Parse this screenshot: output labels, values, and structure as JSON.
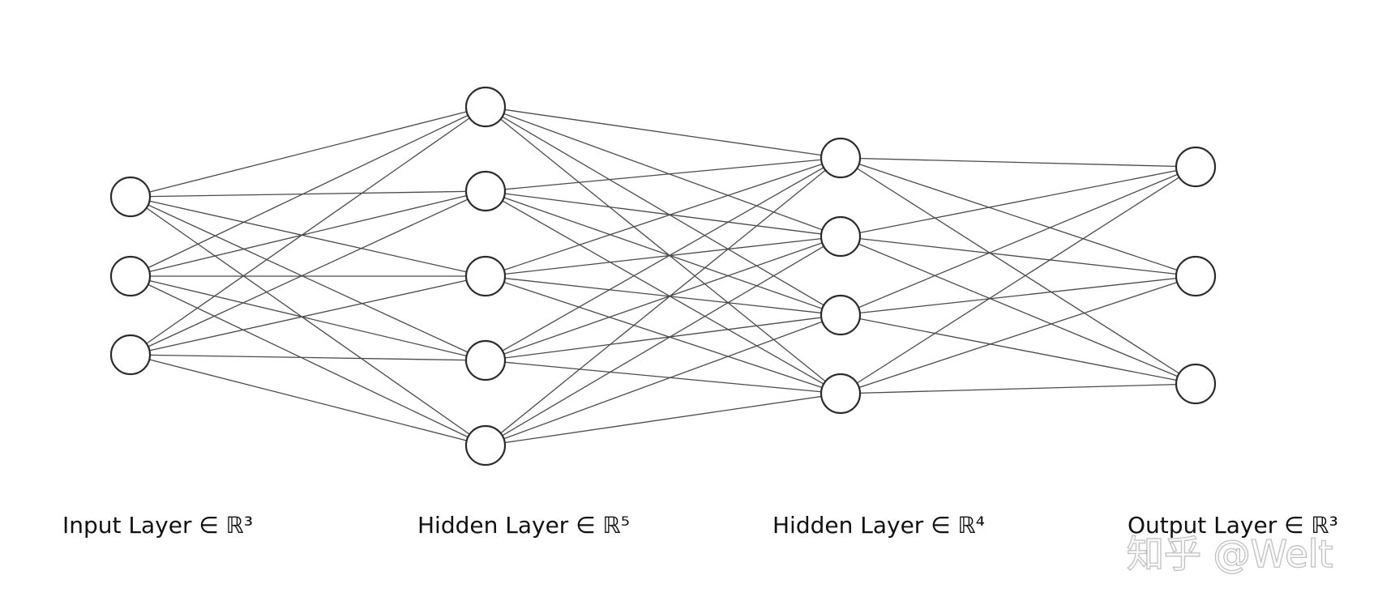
{
  "diagram": {
    "layers": [
      {
        "label": "Input Layer ∈ ℝ³",
        "units": 3
      },
      {
        "label": "Hidden Layer ∈ ℝ⁵",
        "units": 5
      },
      {
        "label": "Hidden Layer ∈ ℝ⁴",
        "units": 4
      },
      {
        "label": "Output Layer ∈ ℝ³",
        "units": 3
      }
    ],
    "connectivity": "fully-connected"
  },
  "watermark": {
    "text": "知乎 @Welt"
  },
  "colors": {
    "background": "#ffffff",
    "node_stroke": "#2b2b2b",
    "edge": "#4a4a4a",
    "label": "#111111"
  }
}
